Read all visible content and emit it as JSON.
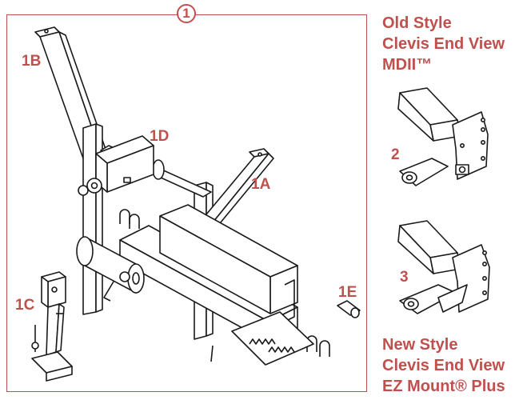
{
  "main_assembly": {
    "number": "1"
  },
  "callouts": {
    "c1a": "1A",
    "c1b": "1B",
    "c1c": "1C",
    "c1d": "1D",
    "c1e": "1E",
    "c2": "2",
    "c3": "3"
  },
  "old_style": {
    "line1": "Old Style",
    "line2": "Clevis End View",
    "line3": "MDII™"
  },
  "new_style": {
    "line1": "New Style",
    "line2": "Clevis End View",
    "line3": "EZ Mount® Plus"
  },
  "colors": {
    "accent": "#c0504d",
    "line_art": "#1a1a1a",
    "fill": "#ffffff"
  }
}
